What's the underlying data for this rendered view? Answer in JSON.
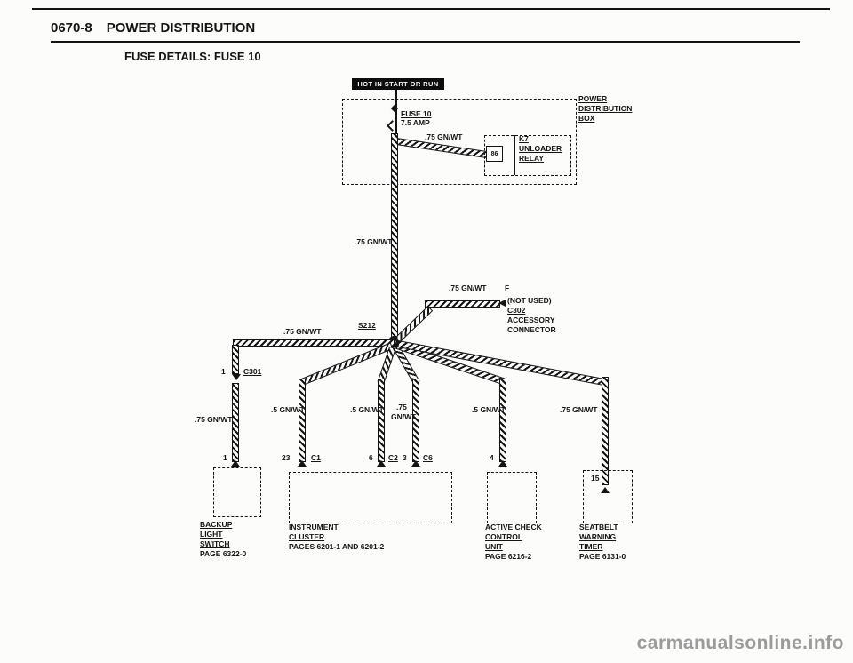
{
  "header": {
    "doc_number": "0670-8",
    "title": "POWER DISTRIBUTION",
    "subtitle": "FUSE DETAILS: FUSE 10"
  },
  "diagram": {
    "hot_label": "HOT IN START OR RUN",
    "power_box": {
      "l1": "POWER",
      "l2": "DISTRIBUTION",
      "l3": "BOX"
    },
    "fuse": {
      "name": "FUSE 10",
      "rating": "7.5 AMP"
    },
    "relay": {
      "terminal": "86",
      "l1": "K7",
      "l2": "UNLOADER",
      "l3": "RELAY"
    },
    "splice": {
      "name": "S212"
    },
    "c301": {
      "pin": "1",
      "name": "C301"
    },
    "c302": {
      "pin": "F",
      "note": "(NOT USED)",
      "name": "C302",
      "l1": "ACCESSORY",
      "l2": "CONNECTOR"
    },
    "wire_labels": {
      "to_relay": ".75 GN/WT",
      "main": ".75 GN/WT",
      "left_horizontal": ".75 GN/WT",
      "to_c302": ".75 GN/WT",
      "to_backup": ".75 GN/WT",
      "to_pin23": ".5 GN/WT",
      "to_pin6": ".5 GN/WT",
      "to_pin3_a": ".75",
      "to_pin3_b": "GN/WT",
      "to_pin4": ".5 GN/WT",
      "to_pin15": ".75 GN/WT"
    },
    "pins": {
      "backup": "1",
      "c1_pin": "23",
      "c1": "C1",
      "c2_pin": "6",
      "c2": "C2",
      "c6_pin": "3",
      "c6": "C6",
      "active": "4",
      "seatbelt": "15"
    },
    "components": {
      "backup": {
        "l1": "BACKUP",
        "l2": "LIGHT",
        "l3": "SWITCH",
        "page": "PAGE 6322-0"
      },
      "cluster": {
        "l1": "INSTRUMENT",
        "l2": "CLUSTER",
        "page": "PAGES 6201-1 AND 6201-2"
      },
      "active": {
        "l1": "ACTIVE CHECK",
        "l2": "CONTROL",
        "l3": "UNIT",
        "page": "PAGE 6216-2"
      },
      "seatbelt": {
        "l1": "SEATBELT",
        "l2": "WARNING",
        "l3": "TIMER",
        "page": "PAGE 6131-0"
      }
    }
  },
  "watermark": "carmanualsonline.info",
  "colors": {
    "ink": "#141414",
    "paper": "#fcfcfa",
    "watermark_gray": "#9b9b9b"
  }
}
